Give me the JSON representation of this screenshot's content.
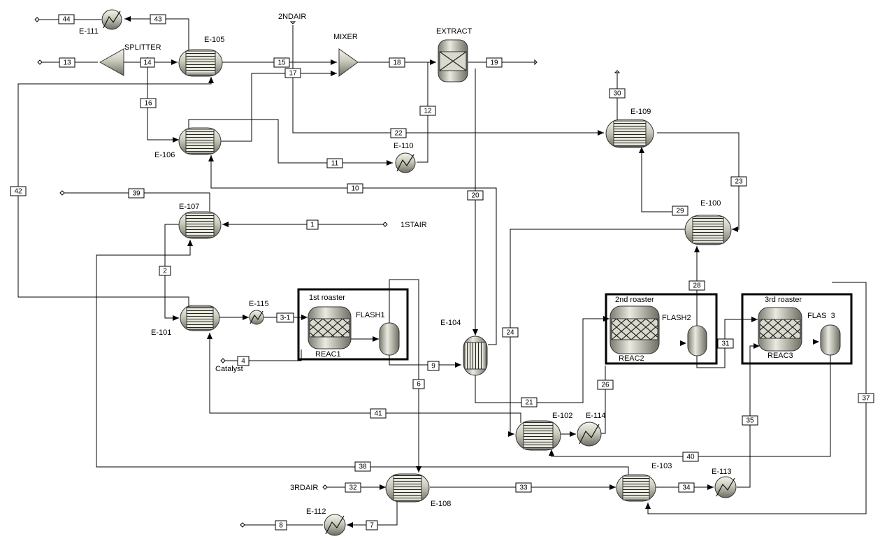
{
  "labels": {
    "e111": "E-111",
    "e105": "E-105",
    "splitter": "SPLITTER",
    "air2": "2NDAIR",
    "mixer": "MIXER",
    "extract": "EXTRACT",
    "e109": "E-109",
    "e106": "E-106",
    "e110": "E-110",
    "e107": "E-107",
    "air1": "1STAIR",
    "e100": "E-100",
    "e101": "E-101",
    "e115": "E-115",
    "roaster1": "1st roaster",
    "flash1": "FLASH1",
    "reac1": "REAC1",
    "e104": "E-104",
    "catalyst": "Catalyst",
    "roaster2": "2nd roaster",
    "flash2": "FLASH2",
    "reac2": "REAC2",
    "roaster3": "3rd roaster",
    "flash3": "FLAS  3",
    "reac3": "REAC3",
    "e102": "E-102",
    "e114": "E-114",
    "e103": "E-103",
    "e113": "E-113",
    "air3": "3RDAIR",
    "e108": "E-108",
    "e112": "E-112"
  },
  "streams": {
    "s44": "44",
    "s43": "43",
    "s13": "13",
    "s14": "14",
    "s15": "15",
    "s17": "17",
    "s18": "18",
    "s19": "19",
    "s30": "30",
    "s16": "16",
    "s12": "12",
    "s22": "22",
    "s11": "11",
    "s42": "42",
    "s39": "39",
    "s10": "10",
    "s20": "20",
    "s23": "23",
    "s29": "29",
    "s1": "1",
    "s2": "2",
    "s28": "28",
    "s24": "24",
    "s3_1": "3-1",
    "s4": "4",
    "s9": "9",
    "s6": "6",
    "s31": "31",
    "s26": "26",
    "s21": "21",
    "s41": "41",
    "s37": "37",
    "s35": "35",
    "s40": "40",
    "s38": "38",
    "s32": "32",
    "s33": "33",
    "s34": "34",
    "s7": "7",
    "s8": "8"
  }
}
